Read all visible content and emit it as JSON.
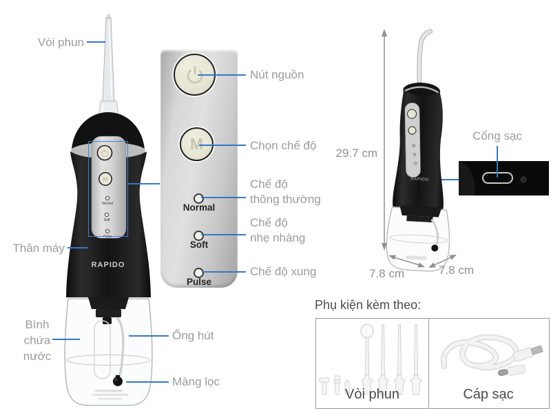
{
  "brand": "RAPIDO",
  "left_labels": {
    "nozzle": "Vòi phun",
    "body": "Thân máy",
    "tank_lines": [
      "Bình",
      "chứa",
      "nước"
    ],
    "suction_tube": "Ống hút",
    "filter": "Màng lọc"
  },
  "panel": {
    "power": "Nút nguồn",
    "mode_select": "Chọn chế độ",
    "mode_button_letter": "M",
    "modes": {
      "normal": {
        "name": "Normal",
        "desc_line1": "Chế độ",
        "desc_line2": "thông thường"
      },
      "soft": {
        "name": "Soft",
        "desc_line1": "Chế độ",
        "desc_line2": "nhẹ nhàng"
      },
      "pulse": {
        "name": "Pulse",
        "desc": "Chế độ xung"
      }
    }
  },
  "dimensions": {
    "height": "29.7 cm",
    "width": "7.8 cm",
    "depth": "7.8 cm"
  },
  "charging_port_label": "Cổng sạc",
  "accessories": {
    "title": "Phụ kiện kèm theo:",
    "items": [
      {
        "label": "Vòi phun"
      },
      {
        "label": "Cáp sạc"
      }
    ]
  },
  "colors": {
    "accent_blue": "#3377c8",
    "label_gray": "#9b9b9b"
  }
}
